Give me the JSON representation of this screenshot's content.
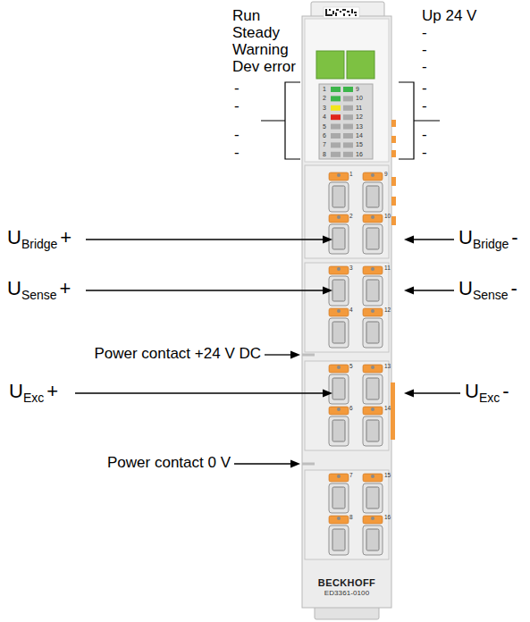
{
  "diagram": {
    "nodes": [
      {
        "text": [
          "BECKHOFF",
          "ED3361-0100"
        ]
      }
    ],
    "labels": [
      "Run",
      "Steady",
      "Warning",
      "Dev error",
      "-",
      "-",
      "-",
      "-",
      "Up 24 V",
      "-",
      "-",
      "-",
      "-",
      "-",
      "-",
      "-",
      "1",
      "2",
      "3",
      "4",
      "5",
      "6",
      "7",
      "8",
      "9",
      "10",
      "11",
      "12",
      "13",
      "14",
      "15",
      "16",
      "1",
      "9",
      "2",
      "10",
      "3",
      "11",
      "4",
      "12",
      "5",
      "13",
      "6",
      "14",
      "7",
      "15",
      "8",
      "16",
      "U",
      "Bridge",
      "+",
      "U",
      "Bridge",
      "-",
      "U",
      "Sense",
      "+",
      "U",
      "Sense",
      "-",
      "Power contact +24 V DC",
      "U",
      "Exc",
      "+",
      "U",
      "Exc",
      "-",
      "Power contact 0 V"
    ]
  }
}
